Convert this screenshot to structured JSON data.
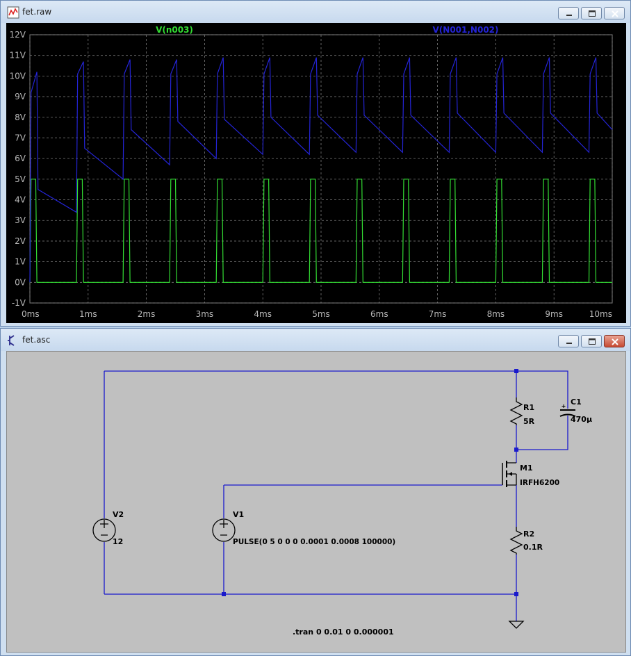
{
  "raw_window": {
    "title": "fet.raw",
    "trace_labels": {
      "gate": "V(n003)",
      "drain": "V(N001,N002)"
    }
  },
  "asc_window": {
    "title": "fet.asc",
    "components": {
      "V2": {
        "ref": "V2",
        "value": "12"
      },
      "V1": {
        "ref": "V1",
        "value": "PULSE(0 5 0 0 0 0.0001 0.0008 100000)"
      },
      "R1": {
        "ref": "R1",
        "value": "5R"
      },
      "C1": {
        "ref": "C1",
        "value": "470µ"
      },
      "M1": {
        "ref": "M1",
        "value": "IRFH6200"
      },
      "R2": {
        "ref": "R2",
        "value": "0.1R"
      }
    },
    "directive": ".tran 0 0.01 0 0.000001"
  },
  "colors": {
    "gate_trace": "#33dd33",
    "drain_trace": "#2424d6",
    "wire": "#1a1acc",
    "plot_bg": "#000000",
    "schematic_bg": "#c0c0c0"
  },
  "chart_data": {
    "type": "line",
    "xlim": [
      0,
      10
    ],
    "ylim": [
      -1,
      12
    ],
    "x_tick_labels": [
      "0ms",
      "1ms",
      "2ms",
      "3ms",
      "4ms",
      "5ms",
      "6ms",
      "7ms",
      "8ms",
      "9ms",
      "10ms"
    ],
    "y_tick_labels": [
      "-1V",
      "0V",
      "1V",
      "2V",
      "3V",
      "4V",
      "5V",
      "6V",
      "7V",
      "8V",
      "9V",
      "10V",
      "11V",
      "12V"
    ],
    "grid": true,
    "series": [
      {
        "name": "V(n003)",
        "color": "#33dd33",
        "x": [
          0,
          0.02,
          0.1,
          0.12,
          0.8,
          0.82,
          0.9,
          0.92,
          1.6,
          1.62,
          1.7,
          1.72,
          2.4,
          2.42,
          2.5,
          2.52,
          3.2,
          3.22,
          3.3,
          3.32,
          4.0,
          4.02,
          4.1,
          4.12,
          4.8,
          4.82,
          4.9,
          4.92,
          5.6,
          5.62,
          5.7,
          5.72,
          6.4,
          6.42,
          6.5,
          6.52,
          7.2,
          7.22,
          7.3,
          7.32,
          8.0,
          8.02,
          8.1,
          8.12,
          8.8,
          8.82,
          8.9,
          8.92,
          9.6,
          9.62,
          9.7,
          9.72,
          10
        ],
        "y": [
          0,
          5,
          5,
          0,
          0,
          5,
          5,
          0,
          0,
          5,
          5,
          0,
          0,
          5,
          5,
          0,
          0,
          5,
          5,
          0,
          0,
          5,
          5,
          0,
          0,
          5,
          5,
          0,
          0,
          5,
          5,
          0,
          0,
          5,
          5,
          0,
          0,
          5,
          5,
          0,
          0,
          5,
          5,
          0,
          0,
          5,
          5,
          0,
          0,
          5,
          5,
          0,
          0
        ]
      },
      {
        "name": "V(N001,N002)",
        "color": "#2424d6",
        "x": [
          0,
          0.02,
          0.12,
          0.14,
          0.8,
          0.82,
          0.92,
          0.94,
          1.6,
          1.62,
          1.72,
          1.74,
          2.4,
          2.42,
          2.52,
          2.54,
          3.2,
          3.22,
          3.32,
          3.34,
          4.0,
          4.02,
          4.12,
          4.14,
          4.8,
          4.82,
          4.92,
          4.94,
          5.6,
          5.62,
          5.72,
          5.74,
          6.4,
          6.42,
          6.52,
          6.54,
          7.2,
          7.22,
          7.32,
          7.34,
          8.0,
          8.02,
          8.12,
          8.14,
          8.8,
          8.82,
          8.92,
          8.94,
          9.6,
          9.62,
          9.72,
          9.74,
          10
        ],
        "y": [
          0,
          9.2,
          10.2,
          4.5,
          3.4,
          10.1,
          10.7,
          6.5,
          5.0,
          10.1,
          10.8,
          7.4,
          5.7,
          10.1,
          10.8,
          7.8,
          6.0,
          10.1,
          10.9,
          7.9,
          6.2,
          10.1,
          10.9,
          8.0,
          6.2,
          10.1,
          10.9,
          8.1,
          6.3,
          10.1,
          10.9,
          8.1,
          6.3,
          10.1,
          10.9,
          8.1,
          6.3,
          10.1,
          10.9,
          8.2,
          6.3,
          10.1,
          10.9,
          8.2,
          6.3,
          10.1,
          10.9,
          8.2,
          6.3,
          10.1,
          10.9,
          8.2,
          7.4
        ]
      }
    ]
  }
}
